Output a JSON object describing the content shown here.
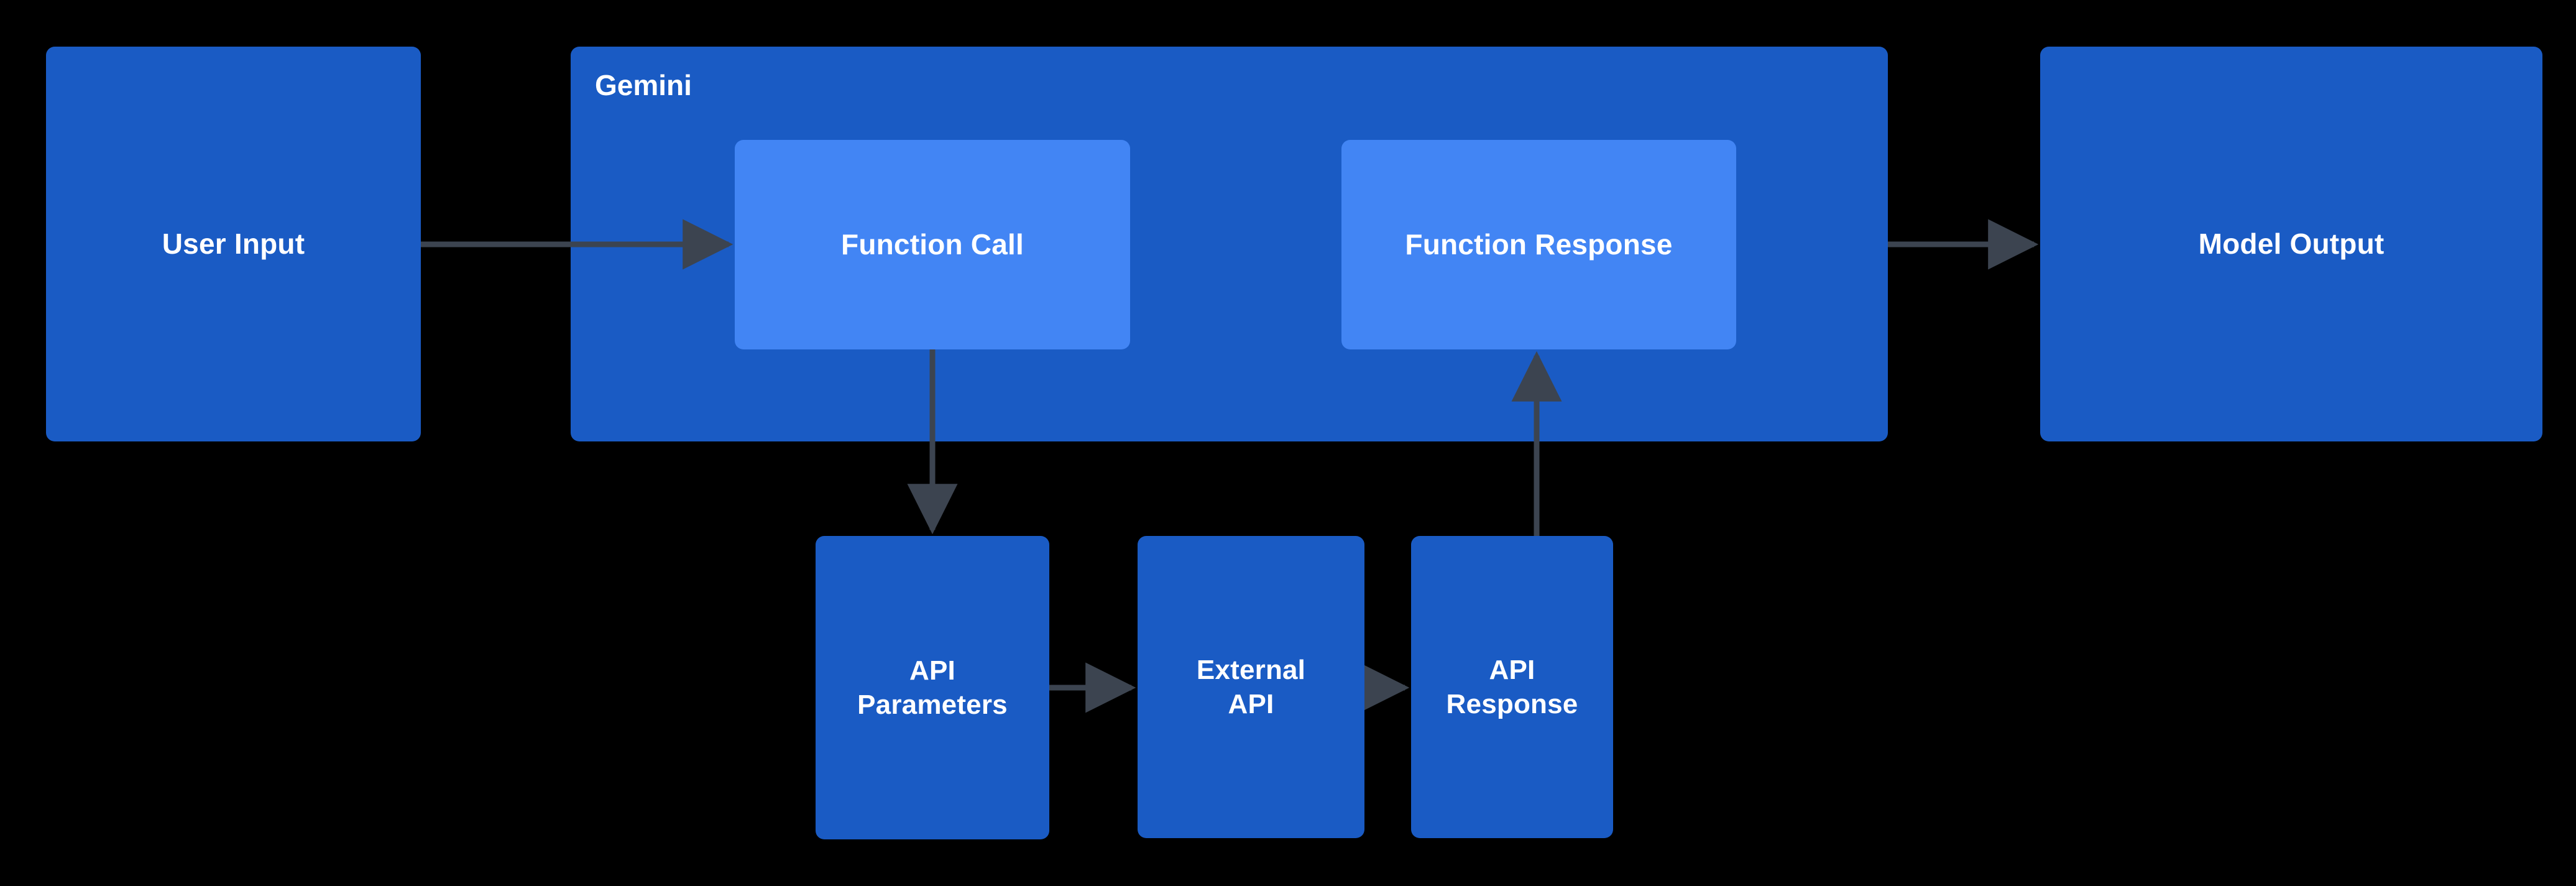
{
  "diagram": {
    "background_color": "#000000",
    "node_color": "#1a5bc4",
    "inner_node_color": "#4285f4",
    "edge_color": "#3c4450",
    "text_color": "#ffffff",
    "cluster": {
      "label": "Gemini"
    },
    "nodes": [
      {
        "id": "user-input",
        "label": "User Input"
      },
      {
        "id": "function-call",
        "label": "Function Call"
      },
      {
        "id": "function-response",
        "label": "Function Response"
      },
      {
        "id": "model-output",
        "label": "Model Output"
      },
      {
        "id": "api-parameters",
        "label": "API\nParameters"
      },
      {
        "id": "external-api",
        "label": "External\nAPI"
      },
      {
        "id": "api-response",
        "label": "API\nResponse"
      }
    ],
    "edges": [
      {
        "from": "user-input",
        "to": "function-call",
        "direction": "right"
      },
      {
        "from": "function-call",
        "to": "api-parameters",
        "direction": "down"
      },
      {
        "from": "api-parameters",
        "to": "external-api",
        "direction": "right"
      },
      {
        "from": "external-api",
        "to": "api-response",
        "direction": "right"
      },
      {
        "from": "api-response",
        "to": "function-response",
        "direction": "up"
      },
      {
        "from": "function-response",
        "to": "model-output",
        "direction": "right"
      }
    ]
  }
}
